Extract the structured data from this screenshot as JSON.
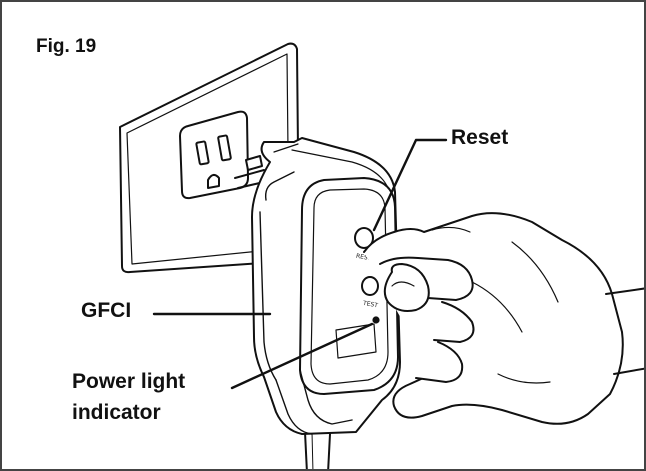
{
  "figure": {
    "title": "Fig. 19"
  },
  "callouts": {
    "reset": "Reset",
    "gfci": "GFCI",
    "power_line1": "Power light",
    "power_line2": "indicator"
  },
  "device": {
    "reset_button_text": "RESET",
    "test_button_text": "TEST"
  },
  "colors": {
    "ink": "#111111",
    "paper": "#ffffff",
    "frame": "#444444"
  }
}
